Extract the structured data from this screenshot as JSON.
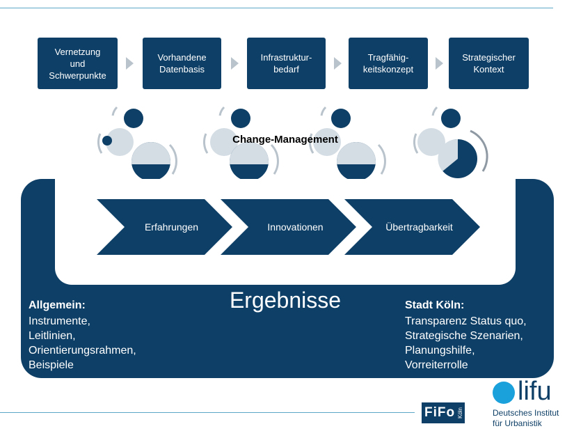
{
  "process_steps": [
    {
      "label": "Vernetzung\nund\nSchwerpunkte"
    },
    {
      "label": "Vorhandene\nDatenbasis"
    },
    {
      "label": "Infrastruktur-\nbedarf"
    },
    {
      "label": "Tragfähig-\nkeitskonzept"
    },
    {
      "label": "Strategischer\nKontext"
    }
  ],
  "change_management": {
    "label": "Change-Management"
  },
  "phases": [
    {
      "label": "Erfahrungen"
    },
    {
      "label": "Innovationen"
    },
    {
      "label": "Übertragbarkeit"
    }
  ],
  "results": {
    "title": "Ergebnisse",
    "general": {
      "heading": "Allgemein:",
      "lines": [
        "Instrumente,",
        "Leitlinien,",
        "Orientierungsrahmen,",
        "Beispiele"
      ]
    },
    "cologne": {
      "heading": "Stadt Köln:",
      "lines": [
        "Transparenz Status quo,",
        "Strategische Szenarien,",
        "Planungshilfe,",
        "Vorreiterrolle"
      ]
    }
  },
  "logos": {
    "fifo": {
      "main": "FiFo",
      "sub": "Köln"
    },
    "difu": {
      "word": "lifu",
      "line1": "Deutsches Institut",
      "line2": "für Urbanistik"
    }
  },
  "colors": {
    "dark_blue": "#0e3f66",
    "light_gear": "#d4dde4",
    "arrow_grey": "#b9c3cc",
    "rule": "#5aa7c7",
    "difu_blue": "#1aa0db"
  }
}
